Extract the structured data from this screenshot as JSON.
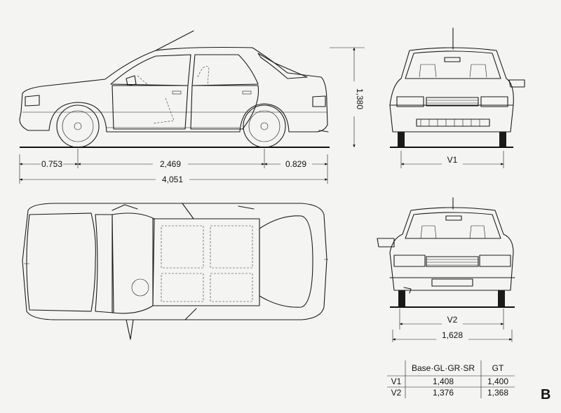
{
  "dimensions": {
    "front_overhang": "0.753",
    "wheelbase": "2,469",
    "rear_overhang": "0.829",
    "overall_length": "4,051",
    "height": "1,380",
    "front_track_label": "V1",
    "rear_track_label": "V2",
    "overall_width": "1,628"
  },
  "track_table": {
    "headers": [
      "Base·GL·GR·SR",
      "GT"
    ],
    "rows": [
      {
        "label": "V1",
        "base": "1,408",
        "gt": "1,400"
      },
      {
        "label": "V2",
        "base": "1,376",
        "gt": "1,368"
      }
    ]
  },
  "sheet_letter": "B"
}
